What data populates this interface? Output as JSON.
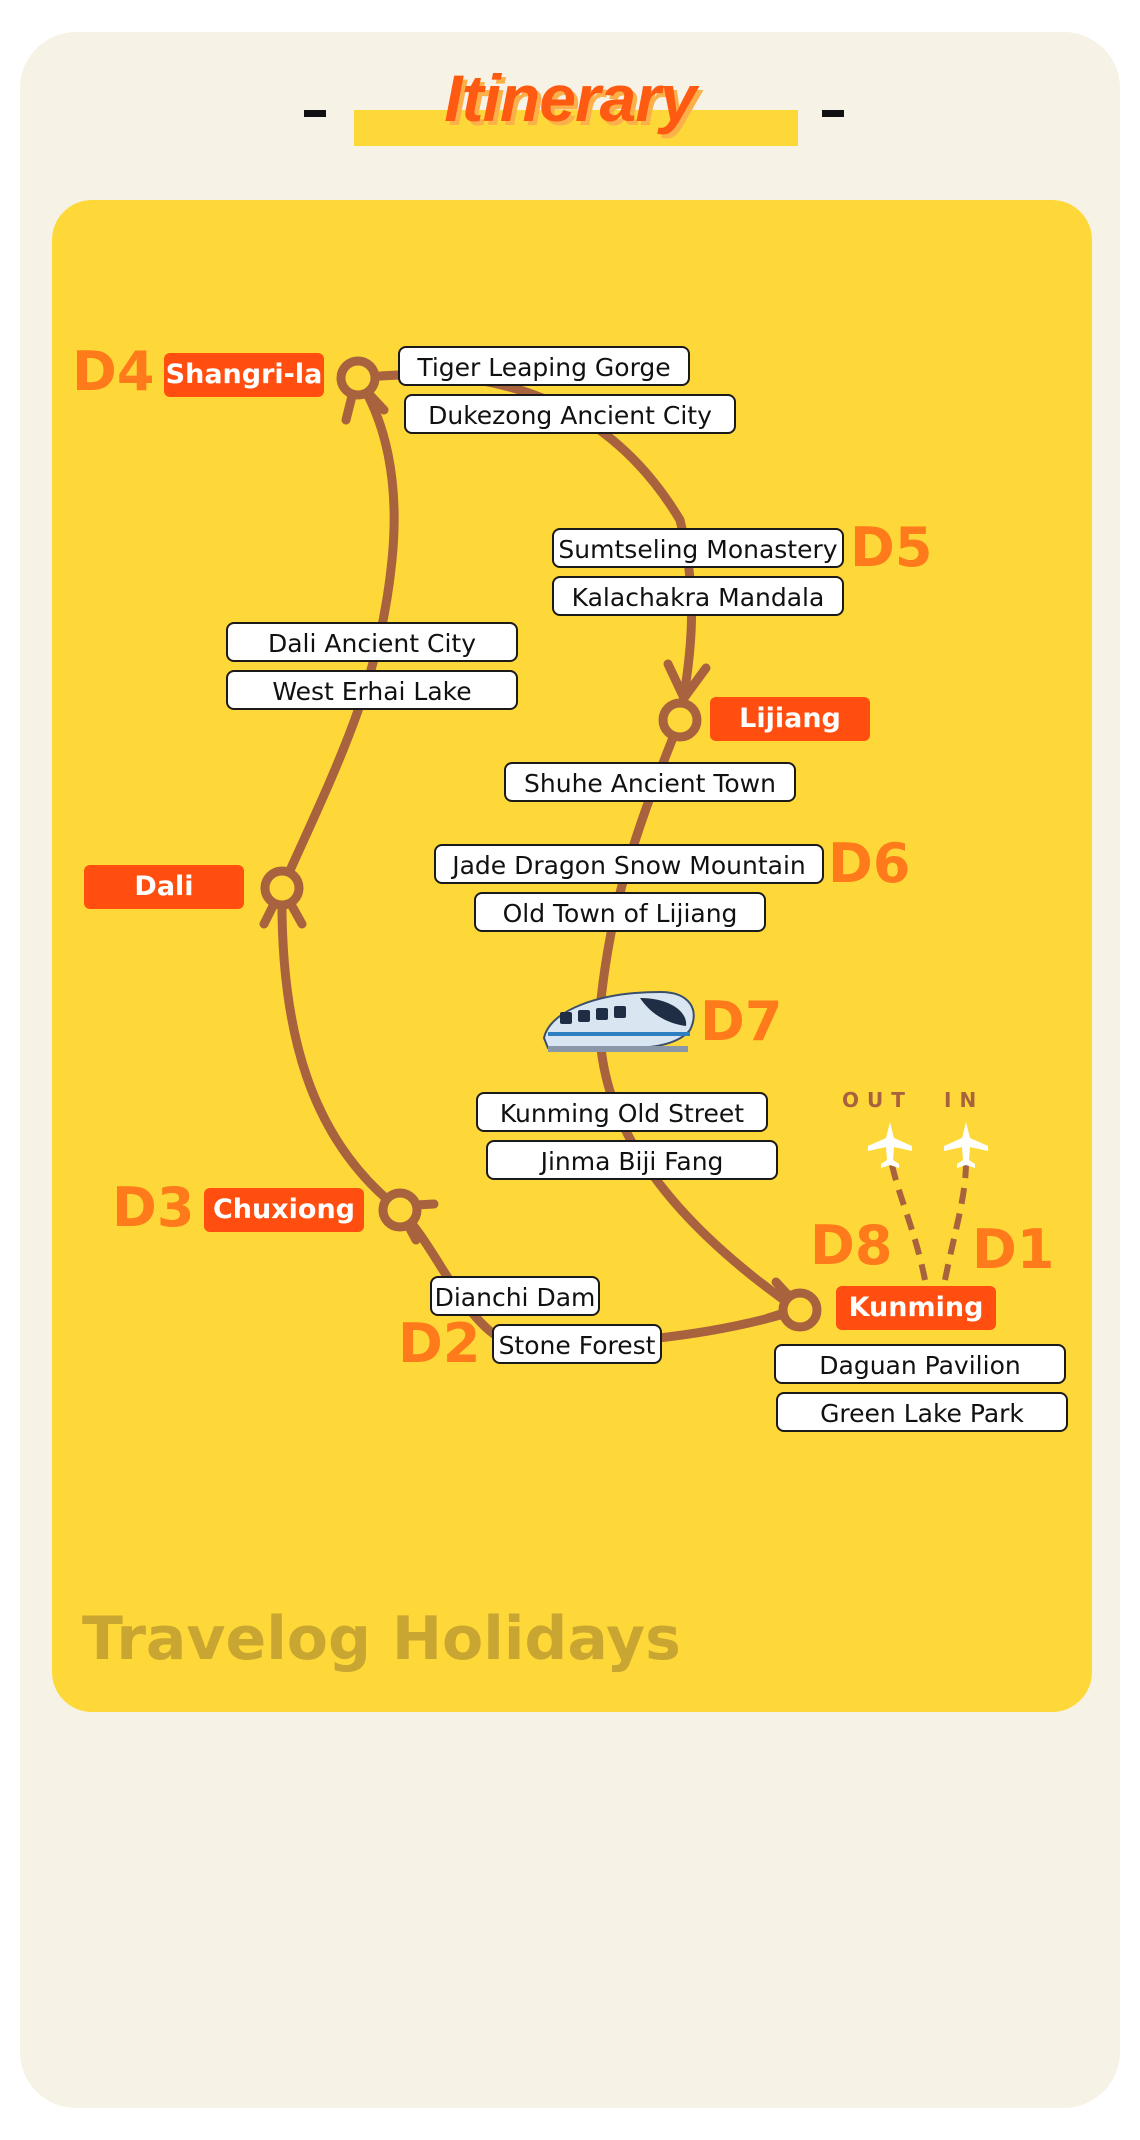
{
  "title": "Itinerary",
  "brand": "Travelog Holidays",
  "colors": {
    "accent": "#ff4e0f",
    "day_label": "#ff7a1a",
    "panel": "#fed838",
    "route": "#a8623e",
    "background": "#f6f2e5"
  },
  "stops": {
    "shangrila": "Shangri-la",
    "lijiang": "Lijiang",
    "dali": "Dali",
    "chuxiong": "Chuxiong",
    "kunming": "Kunming"
  },
  "days": {
    "d1": "D1",
    "d2": "D2",
    "d3": "D3",
    "d4": "D4",
    "d5": "D5",
    "d6": "D6",
    "d7": "D7",
    "d8": "D8"
  },
  "attractions": {
    "tiger_leaping": "Tiger Leaping Gorge",
    "dukezong": "Dukezong Ancient City",
    "sumtseling": "Sumtseling Monastery",
    "kalachakra": "Kalachakra Mandala",
    "dali_ancient": "Dali Ancient City",
    "west_erhai": "West Erhai Lake",
    "shuhe": "Shuhe Ancient Town",
    "jade_dragon": "Jade Dragon Snow Mountain",
    "old_town_lijiang": "Old Town of Lijiang",
    "kunming_old_street": "Kunming Old Street",
    "jinma_biji": "Jinma Biji Fang",
    "dianchi": "Dianchi Dam",
    "stone_forest": "Stone Forest",
    "daguan": "Daguan Pavilion",
    "green_lake": "Green Lake Park"
  },
  "flights": {
    "out": "OUT",
    "in": "IN"
  },
  "icons": {
    "plane": "plane-icon",
    "train": "train-icon"
  }
}
